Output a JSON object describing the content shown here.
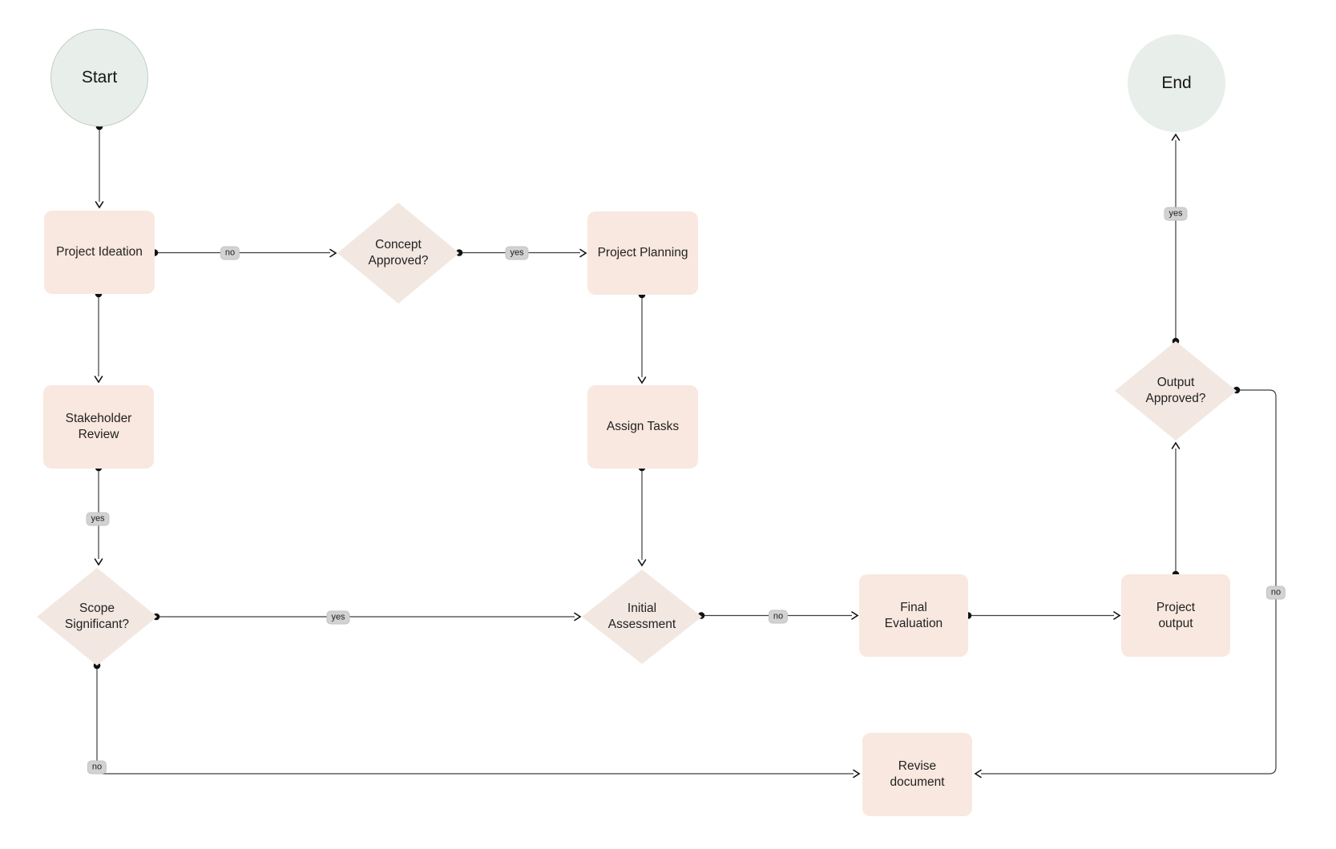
{
  "nodes": {
    "start": {
      "label": "Start",
      "type": "terminal"
    },
    "end": {
      "label": "End",
      "type": "terminal"
    },
    "project_ideation": {
      "label": "Project Ideation",
      "type": "process"
    },
    "concept_approved": {
      "label": "Concept Approved?",
      "type": "decision"
    },
    "project_planning": {
      "label": "Project Planning",
      "type": "process"
    },
    "stakeholder_review": {
      "label": "Stakeholder Review",
      "type": "process"
    },
    "assign_tasks": {
      "label": "Assign Tasks",
      "type": "process"
    },
    "scope_significant": {
      "label": "Scope Significant?",
      "type": "decision"
    },
    "initial_assessment": {
      "label": "Initial Assessment",
      "type": "decision"
    },
    "final_evaluation": {
      "label": "Final Evaluation",
      "type": "process"
    },
    "project_output": {
      "label": "Project output",
      "type": "process"
    },
    "output_approved": {
      "label": "Output Approved?",
      "type": "decision"
    },
    "revise_document": {
      "label": "Revise document",
      "type": "process"
    }
  },
  "edges": [
    {
      "from": "start",
      "to": "project_ideation",
      "label": ""
    },
    {
      "from": "project_ideation",
      "to": "concept_approved",
      "label": "no"
    },
    {
      "from": "concept_approved",
      "to": "project_planning",
      "label": "yes"
    },
    {
      "from": "project_planning",
      "to": "assign_tasks",
      "label": ""
    },
    {
      "from": "assign_tasks",
      "to": "initial_assessment",
      "label": ""
    },
    {
      "from": "project_ideation",
      "to": "stakeholder_review",
      "label": ""
    },
    {
      "from": "stakeholder_review",
      "to": "scope_significant",
      "label": "yes"
    },
    {
      "from": "scope_significant",
      "to": "initial_assessment",
      "label": "yes"
    },
    {
      "from": "initial_assessment",
      "to": "final_evaluation",
      "label": "no"
    },
    {
      "from": "final_evaluation",
      "to": "project_output",
      "label": ""
    },
    {
      "from": "project_output",
      "to": "output_approved",
      "label": ""
    },
    {
      "from": "output_approved",
      "to": "end",
      "label": "yes"
    },
    {
      "from": "output_approved",
      "to": "revise_document",
      "label": "no"
    },
    {
      "from": "scope_significant",
      "to": "revise_document",
      "label": "no"
    }
  ],
  "colors": {
    "canvas_bg": "#ffffff",
    "process_fill": "#f9e8df",
    "decision_fill": "#f2e7e1",
    "terminal_fill": "#e8eee9",
    "terminal_border": "#c2cfc4",
    "edge_line": "#3d3d3d",
    "connector_dot": "#111111",
    "label_pill_bg": "#d2d2d2",
    "label_text": "#1e1e1e"
  }
}
